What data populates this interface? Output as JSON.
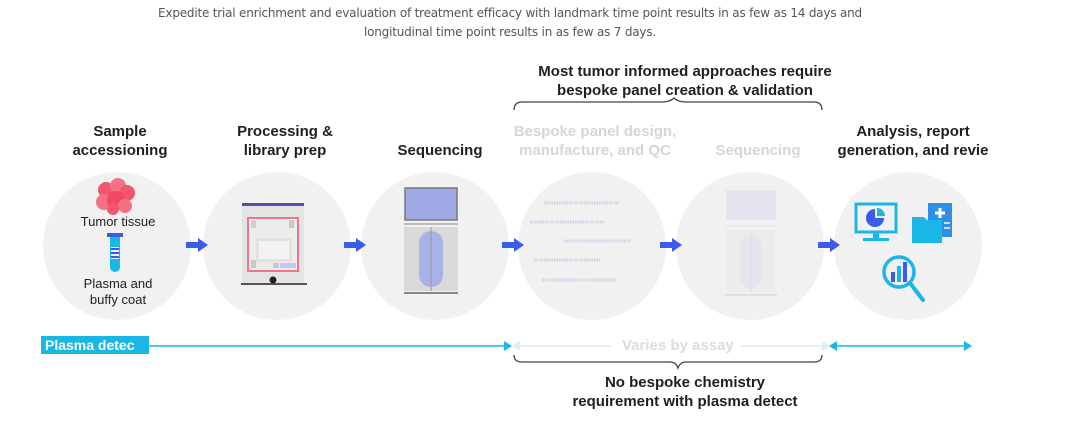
{
  "intro": {
    "line1": "Expedite trial enrichment and evaluation of treatment efficacy with landmark time point results in as few as 14 days and",
    "line2": "longitudinal time point results in as few as 7 days."
  },
  "top_bracket": {
    "line1": "Most tumor informed approaches require",
    "line2": "bespoke panel creation & validation"
  },
  "steps": [
    {
      "line1": "Sample",
      "line2": "accessioning",
      "faded": false
    },
    {
      "line1": "Processing &",
      "line2": "library prep",
      "faded": false
    },
    {
      "line1": "",
      "line2": "Sequencing",
      "faded": false
    },
    {
      "line1": "Bespoke panel design,",
      "line2": "manufacture, and QC",
      "faded": true
    },
    {
      "line1": "",
      "line2": "Sequencing",
      "faded": true
    },
    {
      "line1": "Analysis, report",
      "line2": "generation, and revie",
      "faded": false
    }
  ],
  "sample_circle": {
    "tumor_label": "Tumor tissue",
    "plasma_label_1": "Plasma and",
    "plasma_label_2": "buffy coat"
  },
  "timeline": {
    "badge": "Plasma detec",
    "varies": "Varies by assay"
  },
  "bottom_bracket": {
    "line1": "No bespoke chemistry",
    "line2": "requirement with plasma detect"
  },
  "colors": {
    "arrow": "#3b5bea",
    "timeline": "#1ab7e6",
    "faded_timeline": "#dcecf8",
    "circle_bg": "#f1f1f2",
    "text_dark": "#1f1f1f",
    "text_faded": "#d6d6d6",
    "tumor": "#f0566e",
    "badge_bg": "#1ab7e6"
  }
}
